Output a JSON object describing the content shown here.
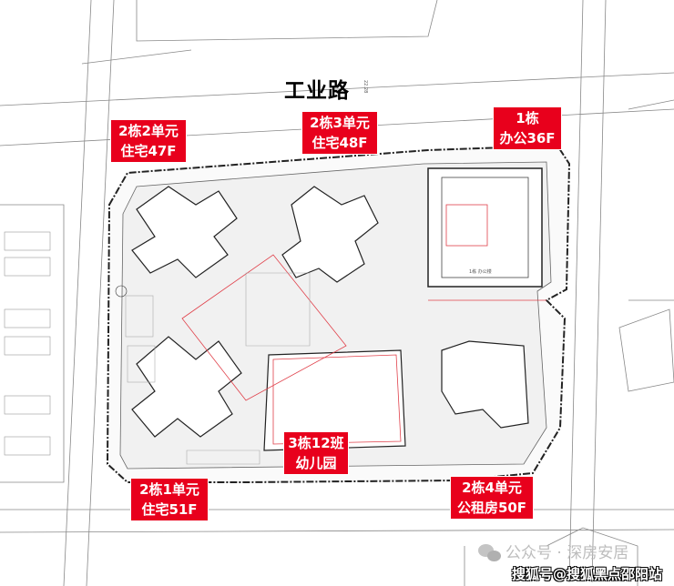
{
  "road": {
    "name": "工业路"
  },
  "labels": [
    {
      "line1": "2栋2单元",
      "line2": "住宅47F"
    },
    {
      "line1": "2栋3单元",
      "line2": "住宅48F"
    },
    {
      "line1": "1栋",
      "line2": "办公36F"
    },
    {
      "line1": "3栋12班",
      "line2": "幼儿园"
    },
    {
      "line1": "2栋1单元",
      "line2": "住宅51F"
    },
    {
      "line1": "2栋4单元",
      "line2": "公租房50F"
    }
  ],
  "watermark": {
    "account": "公众号 · 深房安居",
    "source": "搜狐号@搜狐黑点邵阳站"
  },
  "colors": {
    "label_bg": "#e8001c",
    "plan_line": "#333333",
    "red_line": "#e0404a"
  }
}
